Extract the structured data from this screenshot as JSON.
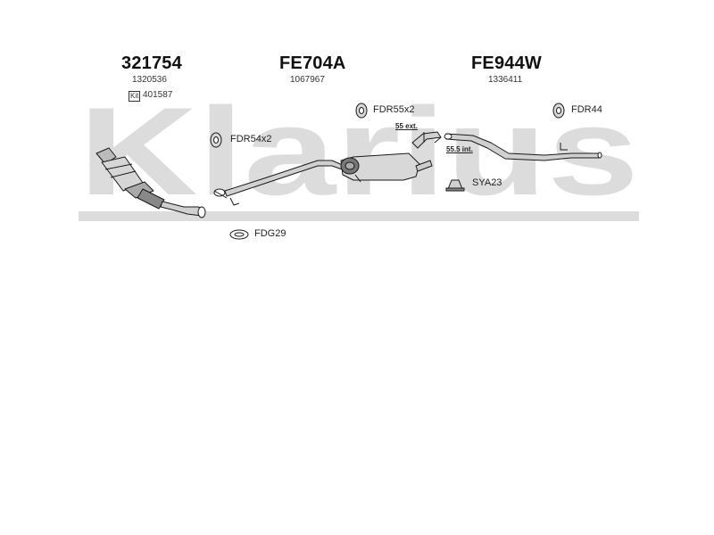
{
  "watermark": {
    "text": "Klarius",
    "color": "#d9d9d9"
  },
  "sections": [
    {
      "part_no": "321754",
      "oe_no": "1320536",
      "kit_label": "Kit",
      "kit_no": "401587"
    },
    {
      "part_no": "FE704A",
      "oe_no": "1067967"
    },
    {
      "part_no": "FE944W",
      "oe_no": "1336411"
    }
  ],
  "accessories": {
    "fdr54": {
      "label": "FDR54x2",
      "icon": "rubber-hanger-icon"
    },
    "fdr55": {
      "label": "FDR55x2",
      "icon": "rubber-hanger-icon"
    },
    "fdr44": {
      "label": "FDR44",
      "icon": "rubber-hanger-icon"
    },
    "sya23": {
      "label": "SYA23",
      "icon": "clamp-icon"
    },
    "fdg29": {
      "label": "FDG29",
      "icon": "gasket-icon"
    }
  },
  "dimensions": {
    "ext": "55 ext.",
    "int": "55.5 int."
  },
  "colors": {
    "line": "#1a1a1a",
    "fill": "#d0d0d0",
    "dark_fill": "#777777"
  }
}
